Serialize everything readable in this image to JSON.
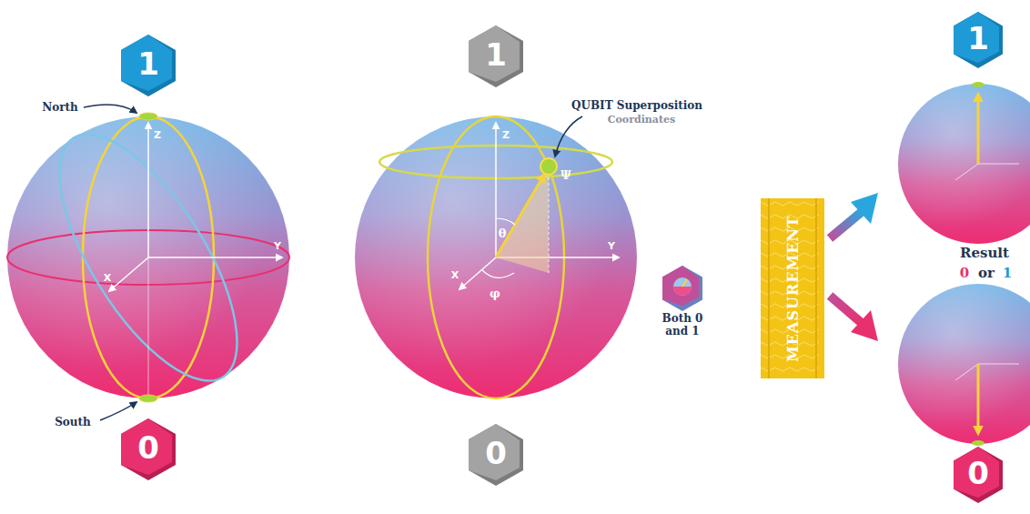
{
  "diagram": {
    "nodes": [
      {
        "text": [
          "1"
        ]
      },
      {
        "text": [
          "0"
        ]
      },
      {
        "text": [
          "1"
        ]
      },
      {
        "text": [
          "0"
        ]
      },
      {
        "text": [
          "Both 0 and 1"
        ]
      },
      {
        "text": [
          "MEASUREMENT"
        ]
      },
      {
        "text": [
          "1"
        ]
      },
      {
        "text": [
          "0"
        ]
      }
    ],
    "edges": [
      {
        "from": 4,
        "to": 5,
        "arrow": "none"
      }
    ],
    "labels": [
      "North",
      "South",
      "Z",
      "X",
      "Y",
      "Z",
      "X",
      "Y",
      "QUBIT Superposition",
      "Coordinates",
      "θ",
      "φ",
      "Ψ",
      "Result",
      "0",
      "or",
      "1"
    ]
  }
}
